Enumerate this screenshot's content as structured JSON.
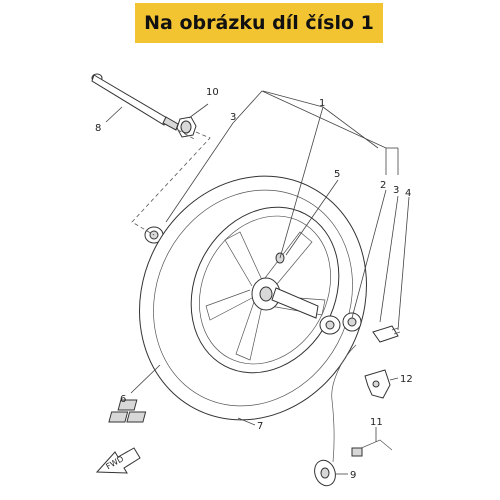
{
  "banner": {
    "text": "Na obrázku díl číslo 1"
  },
  "callouts": {
    "c1": "1",
    "c2": "2",
    "c3a": "3",
    "c3b": "3",
    "c4": "4",
    "c5": "5",
    "c6": "6",
    "c7": "7",
    "c8": "8",
    "c9": "9",
    "c10": "10",
    "c11": "11",
    "c12": "12"
  },
  "fwd_label": "FWD",
  "colors": {
    "banner": "#f3c432",
    "line": "#444444"
  }
}
